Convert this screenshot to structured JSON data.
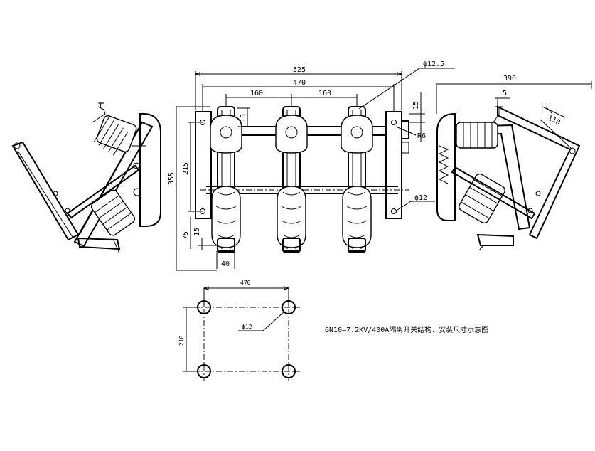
{
  "title": "GN10—7.2KV/400A隔离开关结构、安装尺寸示意图",
  "dimensions": {
    "d525": "525",
    "d470": "470",
    "d160a": "160",
    "d160b": "160",
    "d355": "355",
    "d215": "215",
    "d75": "75",
    "d15a": "15",
    "d15b": "15",
    "d15c": "15",
    "d40": "40",
    "d390": "390",
    "d5": "5",
    "d110": "110",
    "r6": "R6",
    "phi12_5": "ϕ12.5",
    "phi12": "ϕ12",
    "mount_470": "470",
    "mount_218": "218",
    "mount_phi12": "ϕ12"
  },
  "colors": {
    "line": "#000000",
    "background": "#ffffff"
  }
}
